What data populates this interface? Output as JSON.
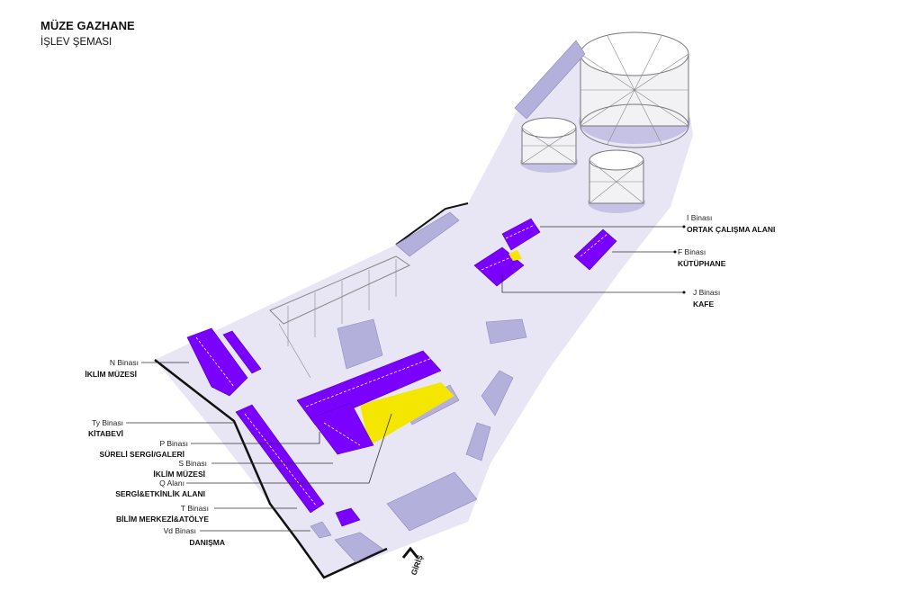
{
  "title": "MÜZE GAZHANE",
  "subtitle": "İŞLEV ŞEMASI",
  "entrance_label": "GİRİŞ",
  "colors": {
    "function": "#7a00ff",
    "open_area": "#f5e600",
    "site": "#e8e6f4",
    "buildings": "#b3b0dc"
  },
  "labels": [
    {
      "building": "I Binası",
      "function": "ORTAK ÇALIŞMA ALANI"
    },
    {
      "building": "F Binası",
      "function": "KÜTÜPHANE"
    },
    {
      "building": "J Binası",
      "function": "KAFE"
    },
    {
      "building": "N Binası",
      "function": "İKLİM MÜZESİ"
    },
    {
      "building": "Ty Binası",
      "function": "KİTABEVİ"
    },
    {
      "building": "P Binası",
      "function": "SÜRELİ SERGİ/GALERİ"
    },
    {
      "building": "S Binası",
      "function": "İKLİM MÜZESİ"
    },
    {
      "building": "Q Alanı",
      "function": "SERGİ&ETKİNLİK ALANI"
    },
    {
      "building": "T Binası",
      "function": "BİLİM MERKEZİ&ATÖLYE"
    },
    {
      "building": "Vd Binası",
      "function": "DANIŞMA"
    }
  ]
}
